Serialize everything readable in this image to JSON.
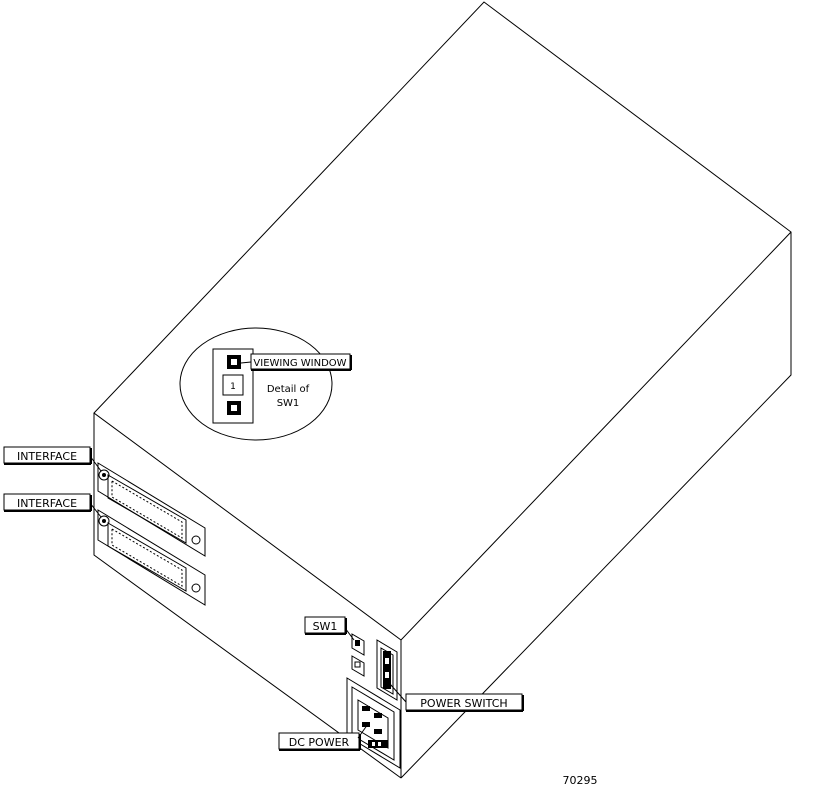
{
  "labels": {
    "viewing_window": "VIEWING WINDOW",
    "switch_number": "1",
    "detail_line1": "Detail of",
    "detail_line2": "SW1",
    "interface_top": "INTERFACE",
    "interface_bottom": "INTERFACE",
    "sw1": "SW1",
    "power_switch": "POWER SWITCH",
    "dc_power": "DC POWER",
    "figure_number": "70295"
  },
  "colors": {
    "line": "#000000",
    "background": "#ffffff"
  }
}
